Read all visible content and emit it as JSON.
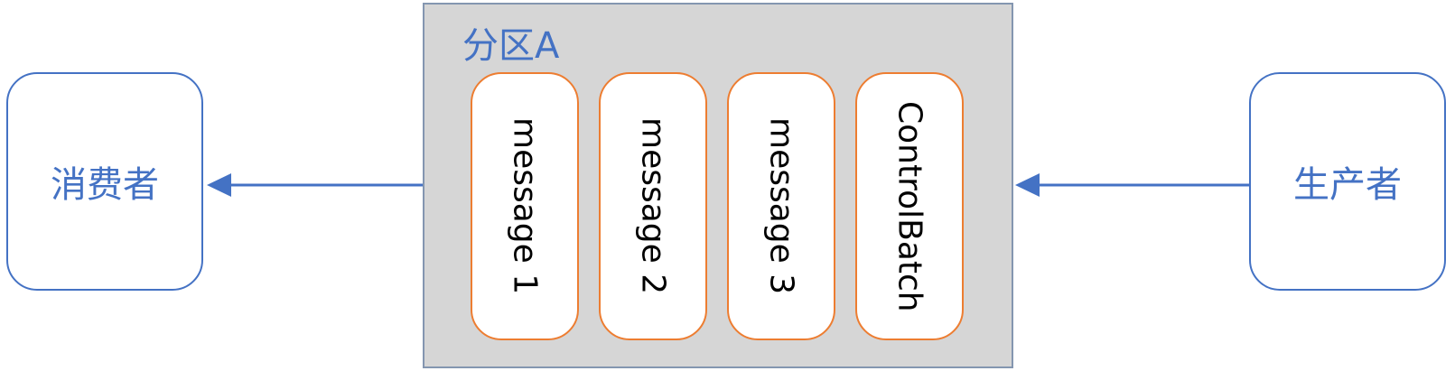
{
  "consumer": {
    "label": "消费者"
  },
  "producer": {
    "label": "生产者"
  },
  "partition": {
    "title": "分区A",
    "records": [
      {
        "label": "message 1"
      },
      {
        "label": "message 2"
      },
      {
        "label": "message 3"
      },
      {
        "label": "ControlBatch"
      }
    ]
  },
  "colors": {
    "node_border": "#4472c4",
    "label_text": "#4472c4",
    "record_border": "#ed7d31",
    "partition_fill": "#d6d6d6",
    "partition_border": "#8496b0",
    "arrow": "#4472c4"
  }
}
